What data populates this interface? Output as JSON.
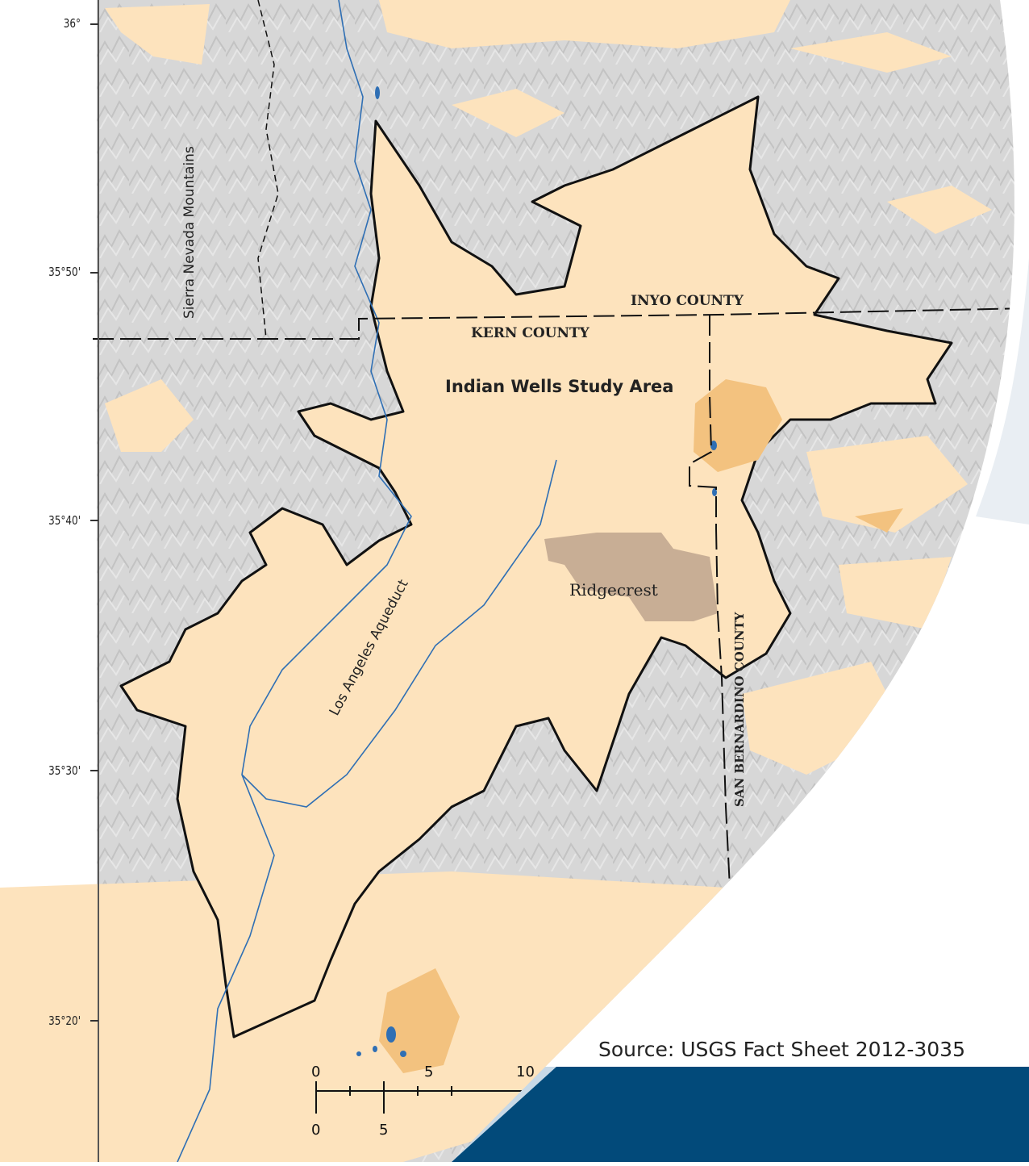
{
  "latitude_labels": [
    "36°",
    "35°50'",
    "35°40'",
    "35°30'",
    "35°20'"
  ],
  "map_labels": {
    "study_area": "Indian Wells Study Area",
    "city": "Ridgecrest",
    "inyo": "INYO COUNTY",
    "kern": "KERN COUNTY",
    "san_bernardino": "SAN BERNARDINO COUNTY",
    "mountains": "Sierra Nevada Mountains",
    "aqueduct": "Los Angeles Aqueduct"
  },
  "scale_bar": {
    "top_ticks": [
      "0",
      "5",
      "10"
    ],
    "bottom_ticks": [
      "0",
      "5"
    ]
  },
  "source_text": "Source: USGS Fact Sheet 2012-3035",
  "colors": {
    "terrain": "#d6d6d6",
    "basin_fill": "#fde3bd",
    "urban": "#c8ae95",
    "playa": "#f3c27f",
    "water": "#2f6fb4",
    "navy_band": "#024a7a",
    "light_band": "#c8d9e7"
  }
}
